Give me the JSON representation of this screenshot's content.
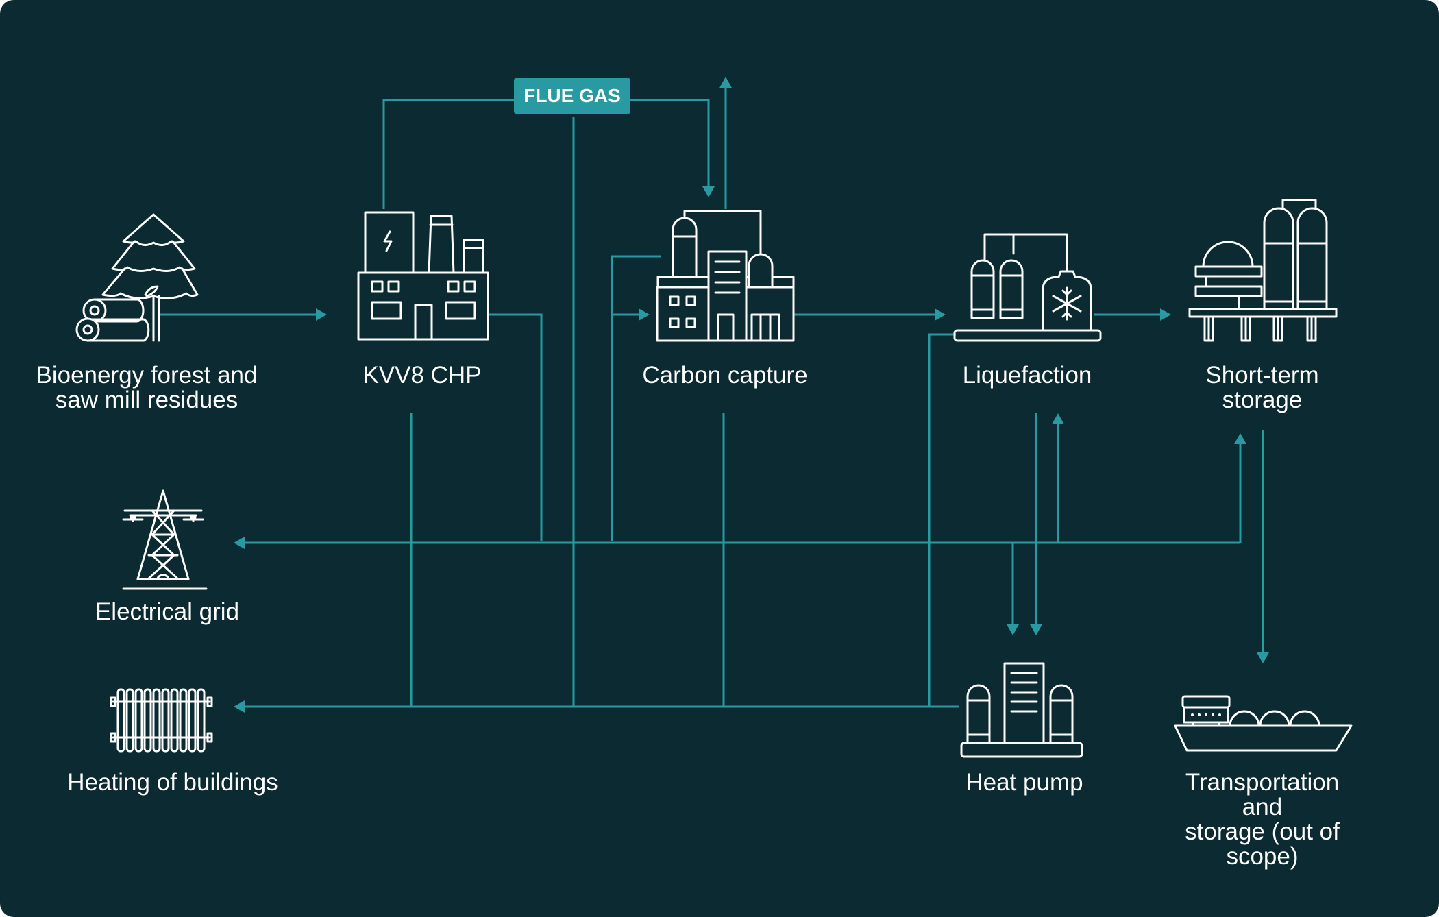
{
  "nodes": {
    "bioenergy": {
      "label": "Bioenergy forest and\nsaw mill residues",
      "icon": "tree-logs-icon"
    },
    "chp": {
      "label": "KVV8 CHP",
      "icon": "power-plant-icon"
    },
    "capture": {
      "label": "Carbon capture",
      "icon": "carbon-capture-plant-icon"
    },
    "liquefaction": {
      "label": "Liquefaction",
      "icon": "liquefaction-tanks-icon"
    },
    "storage": {
      "label": "Short-term\nstorage",
      "icon": "storage-tanks-icon"
    },
    "grid": {
      "label": "Electrical grid",
      "icon": "transmission-tower-icon"
    },
    "heating": {
      "label": "Heating of buildings",
      "icon": "radiator-icon"
    },
    "heatpump": {
      "label": "Heat pump",
      "icon": "heat-pump-icon"
    },
    "transport": {
      "label": "Transportation and\nstorage (out of scope)",
      "icon": "ship-icon"
    }
  },
  "flue_gas_label": "FLUE GAS",
  "colors": {
    "background": "#0b2a31",
    "accent": "#2a9aa2",
    "text": "#ffffff"
  }
}
